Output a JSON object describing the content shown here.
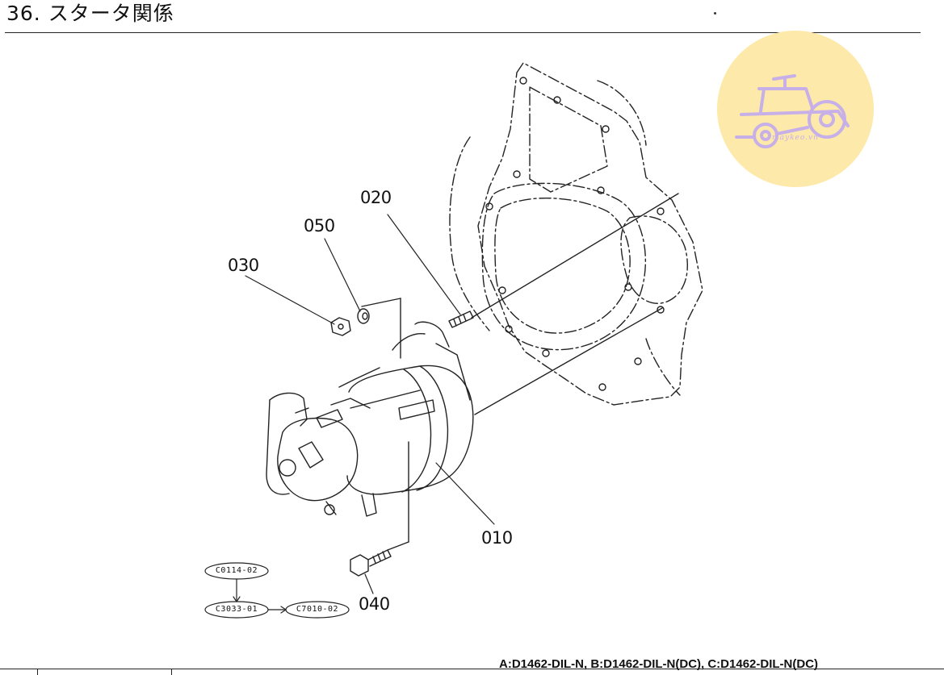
{
  "header": {
    "title": "36. スタータ関係"
  },
  "watermark": {
    "text": "maykeo.vn",
    "icon": "tractor-icon",
    "bg_color": "#fde9a9",
    "icon_color": "#c7b0e8"
  },
  "parts": {
    "p010": "010",
    "p020": "020",
    "p030": "030",
    "p040": "040",
    "p050": "050"
  },
  "references": {
    "r1": "C0114-02",
    "r2": "C3033-01",
    "r3": "C7010-02"
  },
  "footer": {
    "models": "A:D1462-DIL-N,  B:D1462-DIL-N(DC),  C:D1462-DIL-N(DC)"
  }
}
